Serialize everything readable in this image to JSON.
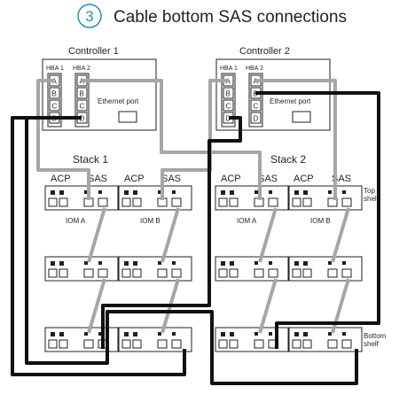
{
  "step": {
    "number": "3",
    "title": "Cable bottom SAS connections"
  },
  "controllers": [
    {
      "name": "Controller 1",
      "hba1": "HBA 1",
      "hba2": "HBA 2",
      "ethernet": "Ethernet port"
    },
    {
      "name": "Controller 2",
      "hba1": "HBA 1",
      "hba2": "HBA 2",
      "ethernet": "Ethernet port"
    }
  ],
  "port_letters": [
    "A",
    "B",
    "C",
    "D"
  ],
  "stacks": [
    "Stack 1",
    "Stack 2"
  ],
  "module_labels": {
    "acp": "ACP",
    "sas": "SAS",
    "iom_a": "IOM A",
    "iom_b": "IOM B"
  },
  "shelf_labels": {
    "top": "Top shelf",
    "bottom": "Bottom shelf"
  },
  "colors": {
    "step_circle": "#1e90c8",
    "cable_gray": "#a6a6a6",
    "cable_black": "#111111"
  }
}
